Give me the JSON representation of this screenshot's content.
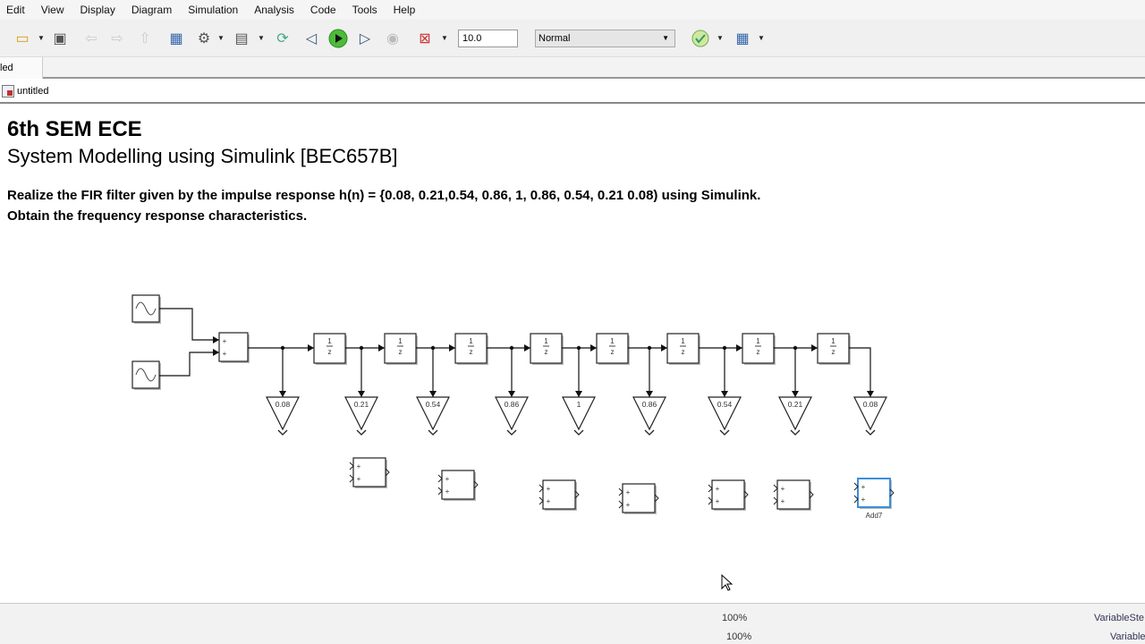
{
  "menu": [
    "Edit",
    "View",
    "Display",
    "Diagram",
    "Simulation",
    "Analysis",
    "Code",
    "Tools",
    "Help"
  ],
  "toolbar": {
    "stop_time": "10.0",
    "sim_mode": "Normal"
  },
  "tab": {
    "label": "led"
  },
  "breadcrumb": {
    "label": "untitled"
  },
  "canvas": {
    "heading": "6th SEM ECE",
    "subheading": "System Modelling using Simulink [BEC657B]",
    "problem_line1": "Realize the FIR filter given by the impulse response h(n) = {0.08, 0.21,0.54, 0.86, 1, 0.86, 0.54, 0.21 0.08) using Simulink.",
    "problem_line2": "Obtain the frequency response characteristics."
  },
  "diagram": {
    "gains": [
      "0.08",
      "0.21",
      "0.54",
      "0.86",
      "1",
      "0.86",
      "0.54",
      "0.21",
      "0.08"
    ],
    "delay_label_num": "1",
    "delay_label_den": "z",
    "selected_block_label": "Add7",
    "selection_color": "#3b8fd9"
  },
  "status": {
    "zoom1": "100%",
    "zoom2": "100%",
    "solver1": "VariableSte",
    "solver2": "Variable"
  }
}
